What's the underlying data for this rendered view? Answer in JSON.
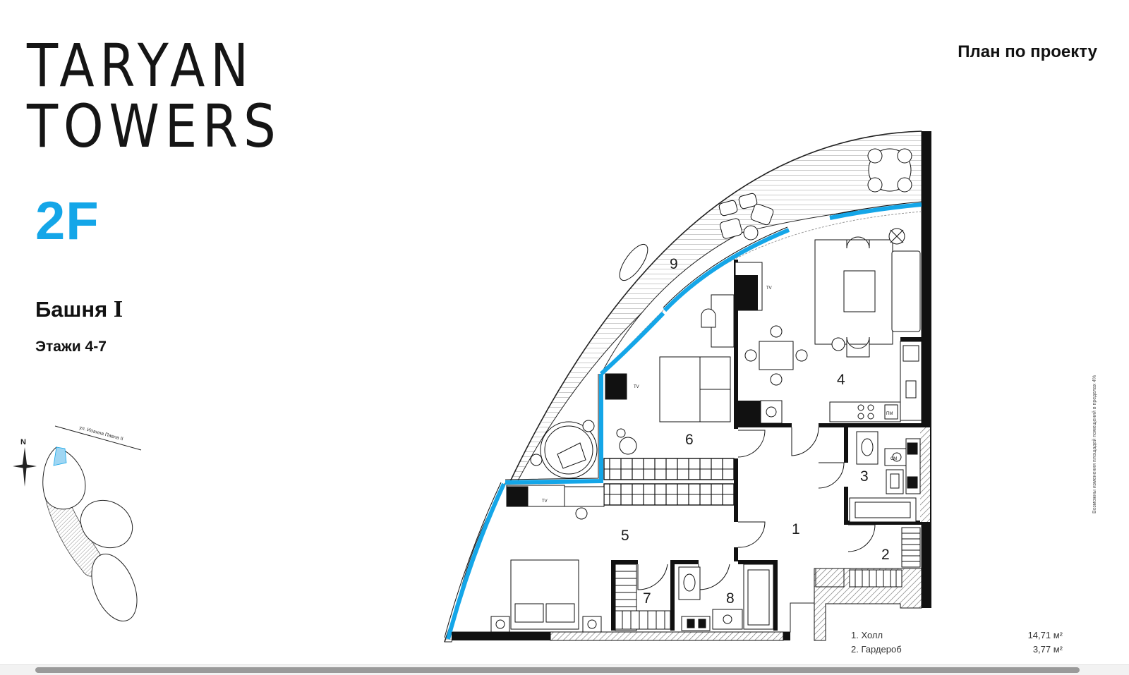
{
  "brand": {
    "line1": "TARYAN",
    "line2": "TOWERS"
  },
  "floor_code": "2F",
  "tower": {
    "label": "Башня",
    "number": "I"
  },
  "floors_label": "Этажи 4-7",
  "plan_note": "План по проекту",
  "side_note": "Возможны изменения площадей помещений в пределах 4%",
  "site_map": {
    "north": "N",
    "street": "ул. Иоанна Павла II"
  },
  "rooms": [
    "1",
    "2",
    "3",
    "4",
    "5",
    "6",
    "7",
    "8",
    "9"
  ],
  "tv_label": "TV",
  "appliance_labels": {
    "washer": "СМ",
    "dishwasher": "ПМ"
  },
  "legend": [
    {
      "name": "1. Холл",
      "area": "14,71 м²"
    },
    {
      "name": "2. Гардероб",
      "area": "3,77 м²"
    }
  ],
  "colors": {
    "accent": "#14a6e8",
    "wall": "#111111",
    "hatch": "#9a9a9a"
  }
}
